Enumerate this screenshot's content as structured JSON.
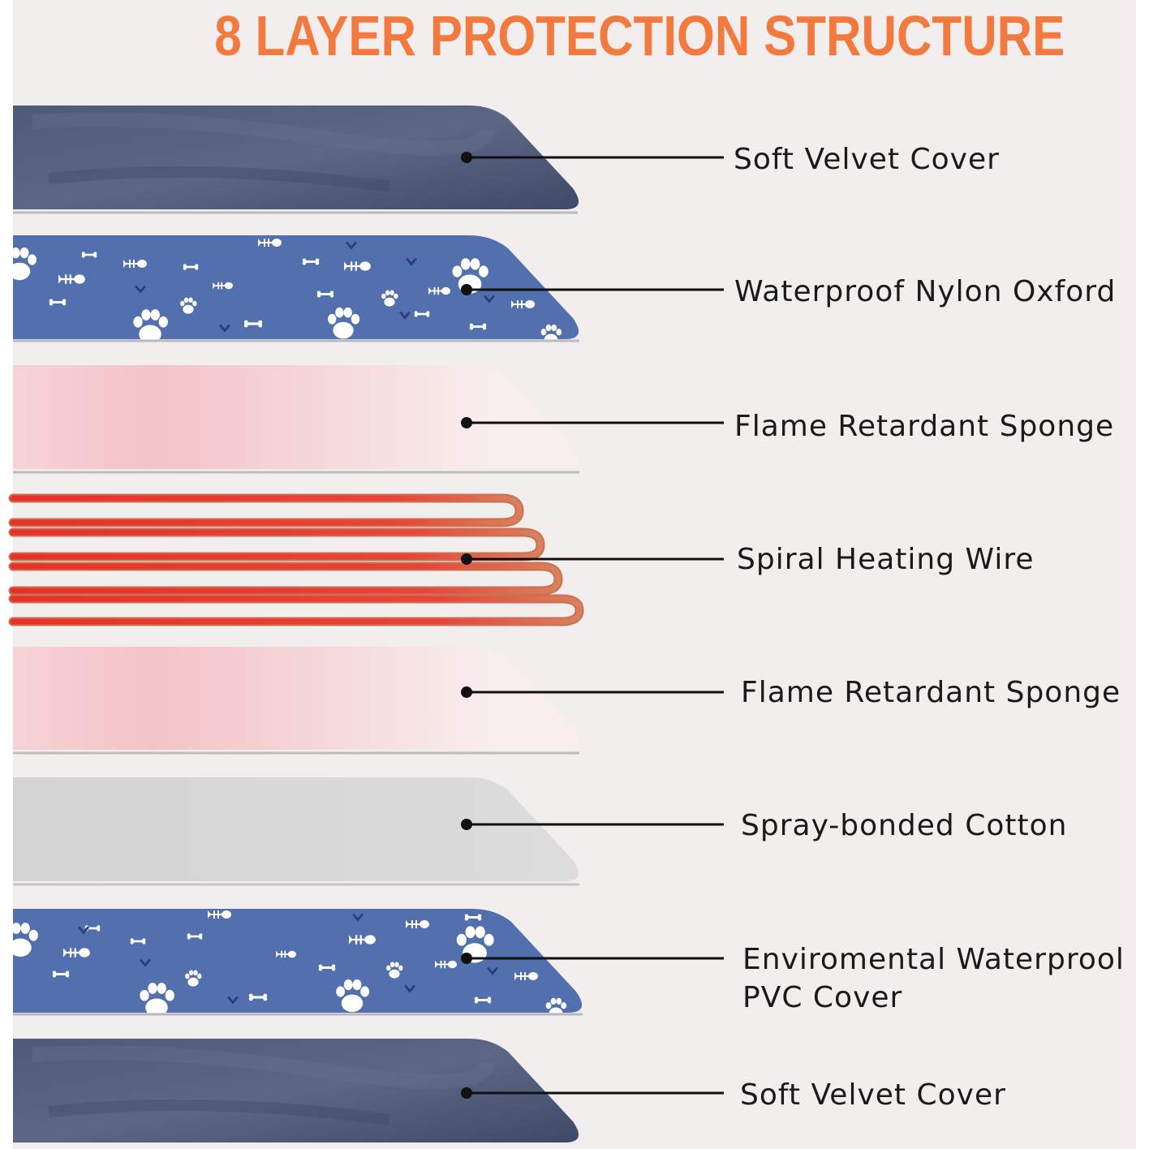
{
  "title": "8 LAYER PROTECTION STRUCTURE",
  "colors": {
    "title": "#f37a3f",
    "background": "#f2eeed",
    "velvet": "#4a5674",
    "oxford": "#5370ae",
    "sponge": "#f1c9cc",
    "wire": "#e2342b",
    "cotton": "#d8d8d8"
  },
  "layers": [
    {
      "label_line1": "Soft Velvet Cover",
      "label_line2": ""
    },
    {
      "label_line1": "Waterproof Nylon Oxford",
      "label_line2": ""
    },
    {
      "label_line1": "Flame Retardant Sponge",
      "label_line2": ""
    },
    {
      "label_line1": "Spiral Heating Wire",
      "label_line2": ""
    },
    {
      "label_line1": "Flame Retardant Sponge",
      "label_line2": ""
    },
    {
      "label_line1": "Spray-bonded Cotton",
      "label_line2": ""
    },
    {
      "label_line1": "Enviromental Waterprool",
      "label_line2": "PVC Cover"
    },
    {
      "label_line1": "Soft Velvet Cover",
      "label_line2": ""
    }
  ]
}
